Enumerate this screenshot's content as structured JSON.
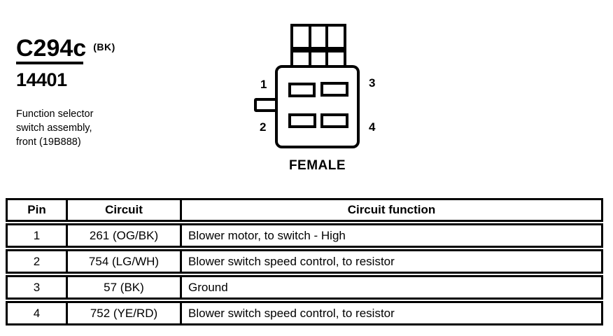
{
  "header": {
    "connector_id": "C294c",
    "connector_color": "(BK)",
    "part_number": "14401",
    "description": [
      "Function selector",
      "switch assembly,",
      "front (19B888)"
    ]
  },
  "diagram": {
    "gender_label": "FEMALE",
    "pins": [
      "1",
      "2",
      "3",
      "4"
    ]
  },
  "table": {
    "headers": [
      "Pin",
      "Circuit",
      "Circuit function"
    ],
    "rows": [
      {
        "pin": "1",
        "circuit": "261 (OG/BK)",
        "function": "Blower motor, to switch - High"
      },
      {
        "pin": "2",
        "circuit": "754 (LG/WH)",
        "function": "Blower switch speed control, to resistor"
      },
      {
        "pin": "3",
        "circuit": "57 (BK)",
        "function": "Ground"
      },
      {
        "pin": "4",
        "circuit": "752 (YE/RD)",
        "function": "Blower switch speed control, to resistor"
      }
    ]
  },
  "colors": {
    "ink": "#000000",
    "paper": "#ffffff"
  }
}
